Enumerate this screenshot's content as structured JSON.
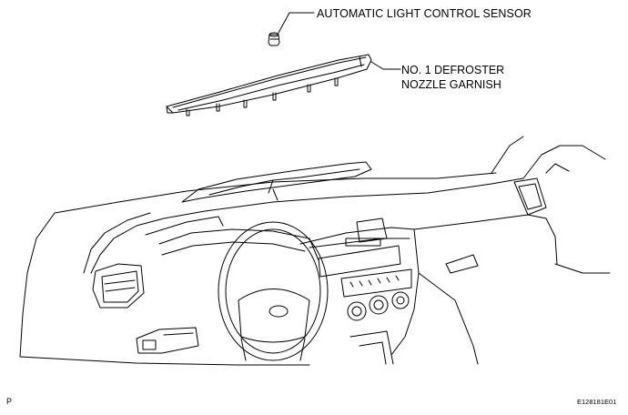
{
  "callouts": {
    "sensor": "AUTOMATIC LIGHT CONTROL SENSOR",
    "garnish_line1": "NO. 1 DEFROSTER",
    "garnish_line2": "NOZZLE GARNISH"
  },
  "footer": {
    "left_code": "P",
    "figure_id": "E128181E01"
  }
}
